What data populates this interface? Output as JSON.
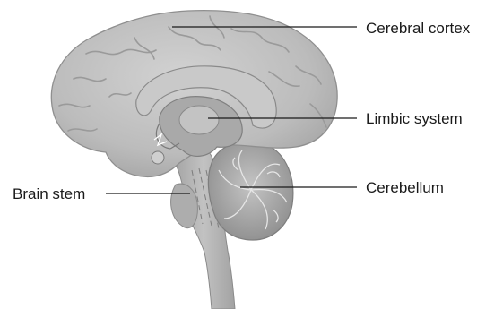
{
  "labels": {
    "cerebral_cortex": "Cerebral cortex",
    "limbic_system": "Limbic system",
    "cerebellum": "Cerebellum",
    "brain_stem": "Brain stem"
  },
  "colors": {
    "cortex": "#bdbdbd",
    "cortex_outline": "#8f8f8f",
    "gyri": "#9a9a9a",
    "limbic": "#a9a9a9",
    "cerebellum": "#a8a8a8",
    "stem": "#b0b0b0",
    "leader_line": "#1a1a1a"
  }
}
